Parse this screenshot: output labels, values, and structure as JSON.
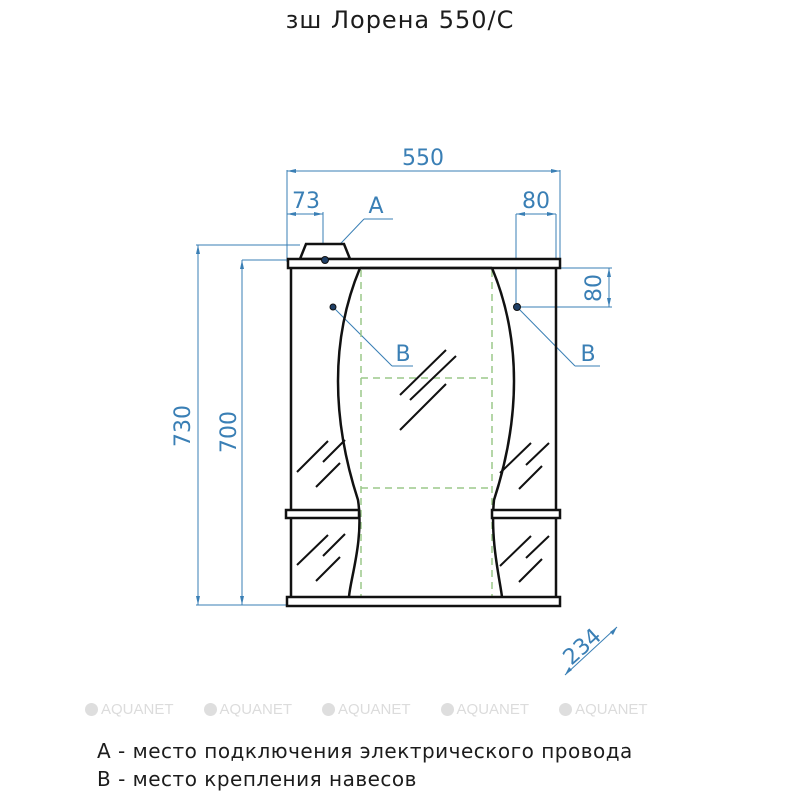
{
  "title": "зш Лорена 550/С",
  "dimensions": {
    "overall_width": "550",
    "left_offset": "73",
    "right_offset": "80",
    "right_vertical_offset": "80",
    "overall_height": "730",
    "body_height": "700",
    "depth": "234"
  },
  "callouts": {
    "a_label": "A",
    "b_left_label": "B",
    "b_right_label": "B"
  },
  "watermark": {
    "text": "AQUANET",
    "repeat": 5
  },
  "legend": {
    "line_a": "А - место подключения электрического провода",
    "line_b": "В - место крепления навесов"
  },
  "colors": {
    "dimension": "#3a7fb5",
    "outline": "#111111",
    "hidden_line": "#9cc98a"
  }
}
